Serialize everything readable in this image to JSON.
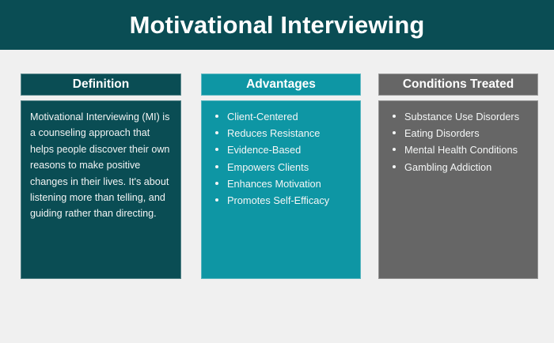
{
  "slide": {
    "title": "Motivational Interviewing",
    "background_color": "#f0f0f0",
    "banner_color": "#0a4d54"
  },
  "columns": [
    {
      "key": "definition",
      "header": "Definition",
      "accent_color": "#0a4d54",
      "body_type": "paragraph",
      "paragraph": "Motivational Interviewing (MI) is a  counseling approach that helps people discover their own reasons to make positive changes in their lives. It's about listening more than telling, and guiding rather than directing."
    },
    {
      "key": "advantages",
      "header": "Advantages",
      "accent_color": "#0e96a4",
      "body_type": "list",
      "items": [
        "Client-Centered",
        "Reduces Resistance",
        "Evidence-Based",
        "Empowers Clients",
        "Enhances Motivation",
        "Promotes Self-Efficacy"
      ]
    },
    {
      "key": "conditions",
      "header": "Conditions Treated",
      "accent_color": "#666666",
      "body_type": "list",
      "items": [
        "Substance Use Disorders",
        "Eating Disorders",
        "Mental Health Conditions",
        "Gambling Addiction"
      ]
    }
  ]
}
